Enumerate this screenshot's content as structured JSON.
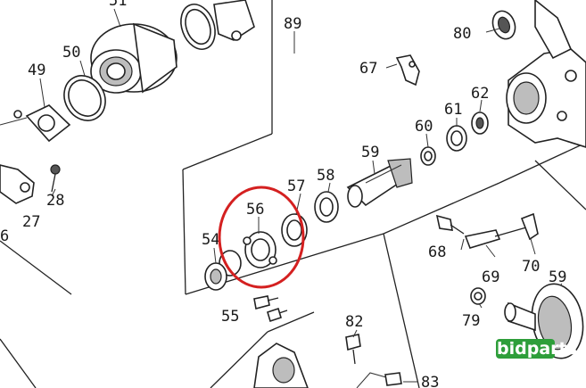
{
  "labels": {
    "p51": "51",
    "p89": "89",
    "p80": "80",
    "p49": "49",
    "p50": "50",
    "p67": "67",
    "p62": "62",
    "p61": "61",
    "p60": "60",
    "p59a": "59",
    "p58": "58",
    "p57": "57",
    "p56": "56",
    "p54": "54",
    "p28": "28",
    "p27": "27",
    "p6": "6",
    "p68": "68",
    "p69": "69",
    "p70": "70",
    "p59b": "59",
    "p79": "79",
    "p55": "55",
    "p82": "82",
    "p83": "83"
  },
  "watermark": "bidparts",
  "colors": {
    "highlight": "#d42020",
    "line": "#222222",
    "watermark": "#2e9e3a"
  }
}
